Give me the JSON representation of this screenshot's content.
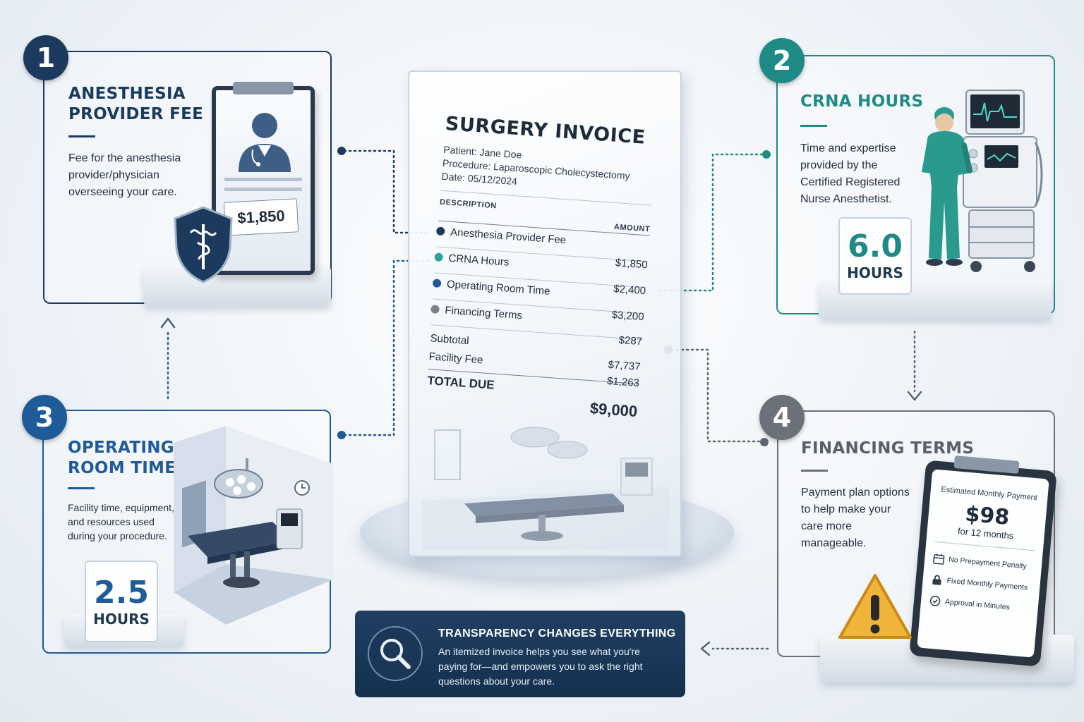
{
  "panels": [
    {
      "number": "1",
      "title_lines": [
        "ANESTHESIA",
        "PROVIDER FEE"
      ],
      "description_lines": [
        "Fee for the anesthesia",
        "provider/physician",
        "overseeing your care."
      ],
      "value": "$1,850",
      "accent": "#1c3a5e"
    },
    {
      "number": "2",
      "title_lines": [
        "CRNA HOURS"
      ],
      "description_lines": [
        "Time and expertise",
        "provided by the",
        "Certified Registered",
        "Nurse Anesthetist."
      ],
      "value": "6.0",
      "unit": "HOURS",
      "accent": "#1f8a86"
    },
    {
      "number": "3",
      "title_lines": [
        "OPERATING",
        "ROOM TIME"
      ],
      "description_lines": [
        "Facility time, equipment,",
        "and resources used",
        "during your procedure."
      ],
      "value": "2.5",
      "unit": "HOURS",
      "accent": "#1f5a99"
    },
    {
      "number": "4",
      "title_lines": [
        "FINANCING TERMS"
      ],
      "description_lines": [
        "Payment plan options",
        "to help make your",
        "care more",
        "manageable."
      ],
      "accent": "#6b7178"
    }
  ],
  "invoice": {
    "title": "SURGERY INVOICE",
    "patient": "Patient: Jane Doe",
    "procedure": "Procedure: Laparoscopic Cholecystectomy",
    "date": "Date: 05/12/2024",
    "header_description": "DESCRIPTION",
    "header_amount": "AMOUNT",
    "items": [
      {
        "label": "Anesthesia Provider Fee",
        "amount": "$1,850",
        "color": "#1c3a5e"
      },
      {
        "label": "CRNA Hours",
        "amount": "$2,400",
        "color": "#2aa39c"
      },
      {
        "label": "Operating Room Time",
        "amount": "$3,200",
        "color": "#1f5a99"
      },
      {
        "label": "Financing Terms",
        "amount": "$287",
        "color": "#7c8186"
      }
    ],
    "subtotal_label": "Subtotal",
    "subtotal_amount": "$7,737",
    "facility_label": "Facility Fee",
    "facility_amount": "$1,263",
    "total_label": "TOTAL DUE",
    "total_amount": "$9,000"
  },
  "financing_card": {
    "heading": "Estimated Monthly Payment",
    "amount": "$98",
    "term": "for 12 months",
    "features": [
      "No Prepayment Penalty",
      "Fixed Monthly Payments",
      "Approval in Minutes"
    ]
  },
  "transparency": {
    "title": "TRANSPARENCY CHANGES EVERYTHING",
    "lines": [
      "An itemized invoice helps you see what you're",
      "paying for—and empowers you to ask the right",
      "questions about your care."
    ]
  },
  "colors": {
    "navy": "#1c3a5e",
    "teal": "#1f8a86",
    "blue": "#1f5a99",
    "gray": "#6b7178",
    "warning": "#f0b43a"
  }
}
